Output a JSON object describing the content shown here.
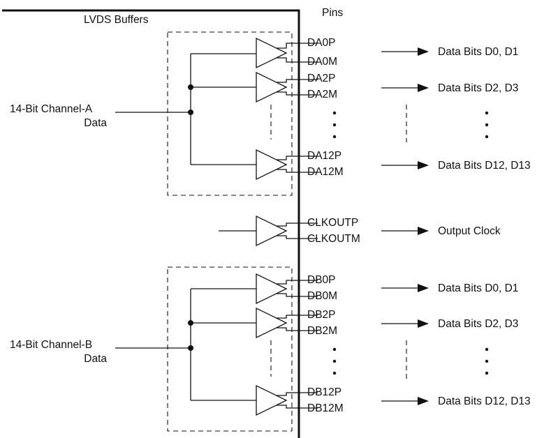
{
  "header": {
    "lvds_buffers": "LVDS Buffers",
    "pins": "Pins"
  },
  "channel_a": {
    "label_line1": "14-Bit Channel-A",
    "label_line2": "Data",
    "rows": [
      {
        "pin_p": "DA0P",
        "pin_m": "DA0M",
        "output": "Data Bits D0, D1"
      },
      {
        "pin_p": "DA2P",
        "pin_m": "DA2M",
        "output": "Data Bits D2, D3"
      },
      {
        "pin_p": "DA12P",
        "pin_m": "DA12M",
        "output": "Data Bits D12, D13"
      }
    ]
  },
  "clock": {
    "pin_p": "CLKOUTP",
    "pin_m": "CLKOUTM",
    "output": "Output Clock"
  },
  "channel_b": {
    "label_line1": "14-Bit Channel-B",
    "label_line2": "Data",
    "rows": [
      {
        "pin_p": "DB0P",
        "pin_m": "DB0M",
        "output": "Data Bits D0, D1"
      },
      {
        "pin_p": "DB2P",
        "pin_m": "DB2M",
        "output": "Data Bits D2, D3"
      },
      {
        "pin_p": "DB12P",
        "pin_m": "DB12M",
        "output": "Data Bits D12, D13"
      }
    ]
  },
  "colors": {
    "stroke": "#111111",
    "background": "#ffffff"
  }
}
